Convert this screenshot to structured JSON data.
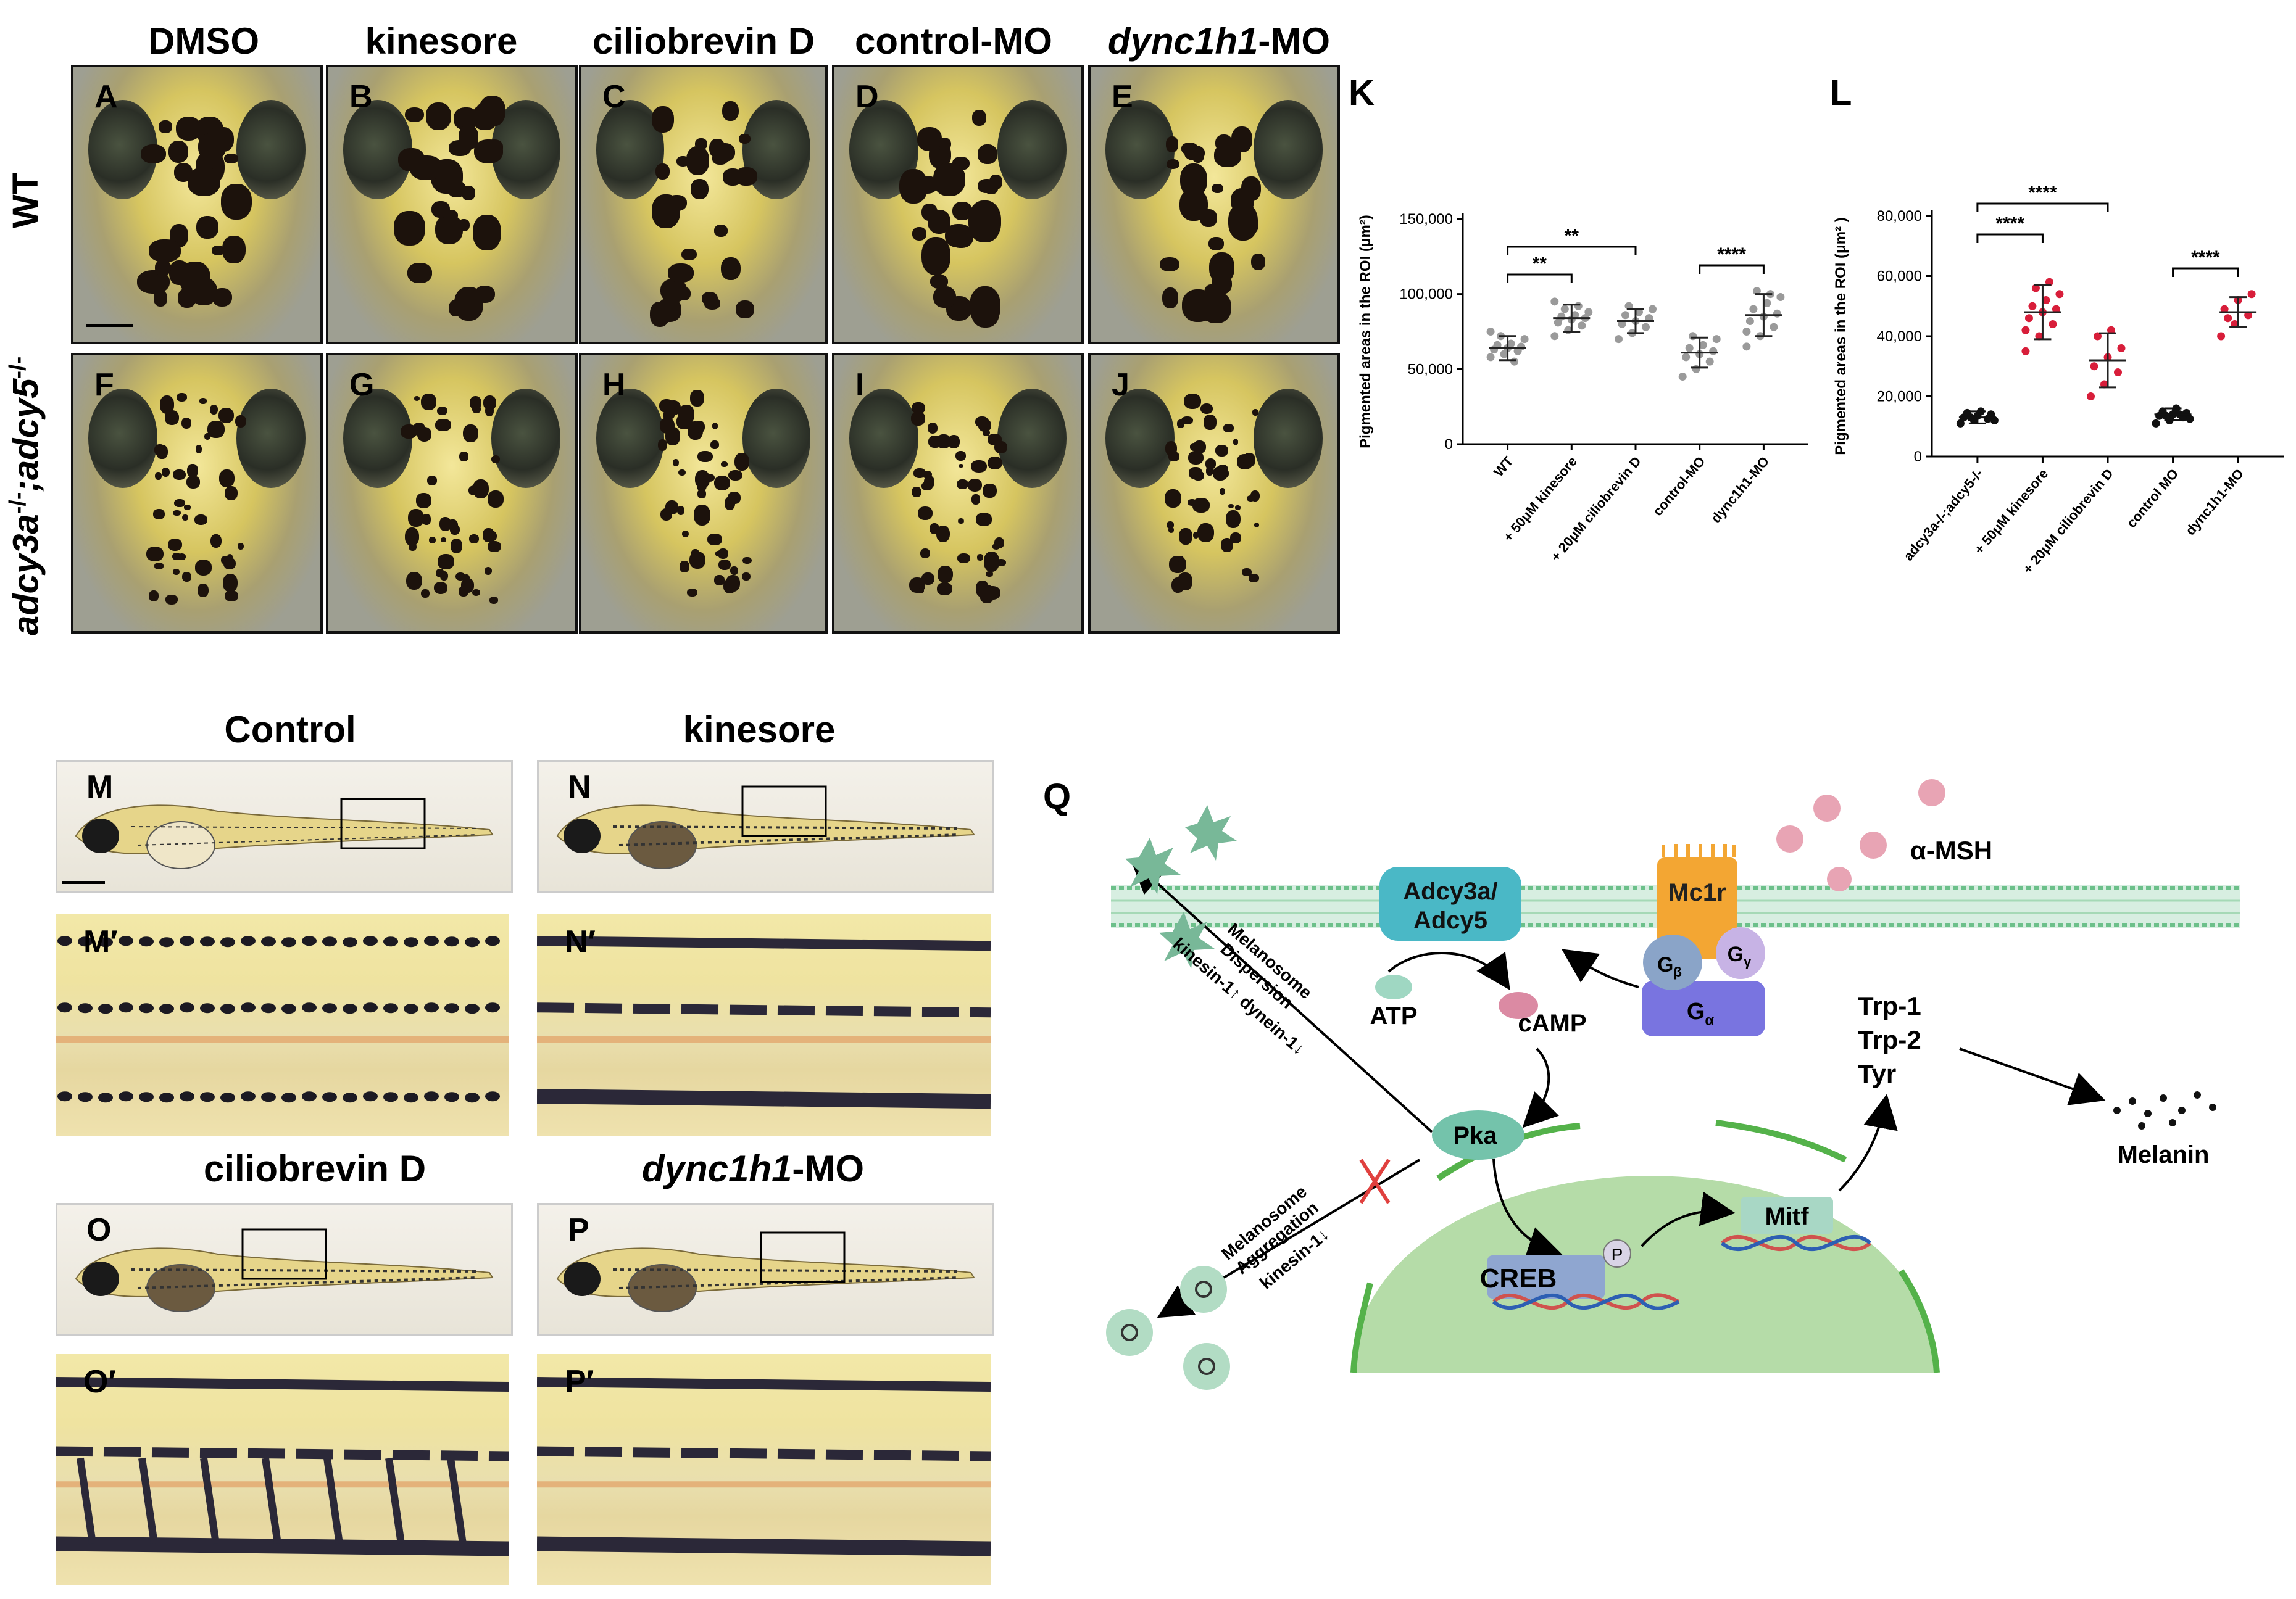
{
  "columns": {
    "dmso": "DMSO",
    "kinesore": "kinesore",
    "cilio": "ciliobrevin D",
    "control_mo": "control-MO",
    "dync_italic": "dync1h1",
    "dync_suffix": "-MO"
  },
  "rows": {
    "wt": "WT",
    "mut_gene1": "adcy3a",
    "mut_sup1": "-/-",
    "mut_sep": ";",
    "mut_gene2": "adcy5",
    "mut_sup2": "-/-"
  },
  "panels": [
    "A",
    "B",
    "C",
    "D",
    "E",
    "F",
    "G",
    "H",
    "I",
    "J",
    "K",
    "L",
    "M",
    "N",
    "O",
    "P",
    "Q"
  ],
  "panels_prime": [
    "M′",
    "N′",
    "O′",
    "P′"
  ],
  "bottom_headers": {
    "control": "Control",
    "kinesore": "kinesore",
    "cilio": "ciliobrevin D",
    "dync_italic": "dync1h1",
    "dync_suffix": "-MO"
  },
  "chart_data": [
    {
      "panel": "K",
      "type": "scatter",
      "ylabel": "Pigmented areas in the ROI (μm²)",
      "ylim": [
        0,
        150000
      ],
      "yticks": [
        "0",
        "50,000",
        "100,000",
        "150,000"
      ],
      "categories": [
        "WT",
        "+ 50μM kinesore",
        "+ 20μM ciliobrevin D",
        "control-MO",
        "dync1h1-MO"
      ],
      "series": [
        {
          "values": [
            64000,
            84000,
            82000,
            61000,
            86000
          ],
          "sd": [
            8000,
            9000,
            8000,
            10000,
            14000
          ],
          "color": "#9a9a9a"
        }
      ],
      "points": [
        [
          58000,
          60000,
          62000,
          63000,
          64000,
          65000,
          66000,
          67000,
          70000,
          72000,
          55000,
          75000
        ],
        [
          72000,
          76000,
          79000,
          81000,
          83000,
          84000,
          85000,
          86000,
          88000,
          90000,
          92000,
          95000
        ],
        [
          70000,
          74000,
          78000,
          80000,
          82000,
          84000,
          86000,
          88000,
          90000,
          92000
        ],
        [
          45000,
          50000,
          55000,
          58000,
          60000,
          62000,
          64000,
          66000,
          70000,
          72000
        ],
        [
          65000,
          72000,
          78000,
          82000,
          85000,
          87000,
          90000,
          94000,
          98000,
          102000,
          100000,
          75000
        ]
      ],
      "significance": [
        {
          "from": 0,
          "to": 1,
          "label": "**"
        },
        {
          "from": 0,
          "to": 2,
          "label": "**"
        },
        {
          "from": 3,
          "to": 4,
          "label": "****"
        }
      ]
    },
    {
      "panel": "L",
      "type": "scatter",
      "ylabel": "Pigmented areas in the ROI (μm² )",
      "ylim": [
        0,
        80000
      ],
      "yticks": [
        "0",
        "20,000",
        "40,000",
        "60,000",
        "80,000"
      ],
      "categories": [
        "adcy3a-/-;adcy5-/-",
        "+ 50μM kinesore",
        "+ 20μM ciliobrevin D",
        "control MO",
        "dync1h1-MO"
      ],
      "series": [
        {
          "values": [
            13000,
            48000,
            32000,
            14000,
            48000
          ],
          "sd": [
            2000,
            9000,
            9000,
            2000,
            5000
          ],
          "color": "#d81e3a"
        }
      ],
      "point_colors": [
        "#111111",
        "#d81e3a",
        "#d81e3a",
        "#111111",
        "#d81e3a"
      ],
      "points": [
        [
          11000,
          12000,
          12500,
          13000,
          13500,
          14000,
          14500,
          15000,
          12000,
          13000
        ],
        [
          35000,
          40000,
          44000,
          46000,
          48000,
          49000,
          50000,
          52000,
          54000,
          56000,
          58000,
          42000
        ],
        [
          20000,
          24000,
          28000,
          30000,
          33000,
          36000,
          40000,
          42000
        ],
        [
          11000,
          12000,
          13000,
          13500,
          14000,
          14500,
          15000,
          16000,
          12500,
          13500,
          14000
        ],
        [
          40000,
          44000,
          47000,
          49000,
          52000,
          54000,
          46000
        ]
      ],
      "significance": [
        {
          "from": 0,
          "to": 1,
          "label": "****"
        },
        {
          "from": 0,
          "to": 2,
          "label": "****"
        },
        {
          "from": 3,
          "to": 4,
          "label": "****"
        }
      ]
    }
  ],
  "diagram": {
    "adcy": [
      "Adcy3a/",
      "Adcy5"
    ],
    "mc1r": "Mc1r",
    "g_beta": "G",
    "g_beta_sub": "β",
    "g_gamma": "G",
    "g_gamma_sub": "γ",
    "g_alpha": "G",
    "g_alpha_sub": "α",
    "msh": "α-MSH",
    "atp": "ATP",
    "camp": "cAMP",
    "pka": "Pka",
    "creb": "CREB",
    "p": "P",
    "mitf": "Mitf",
    "trp1": "Trp-1",
    "trp2": "Trp-2",
    "tyr": "Tyr",
    "melanin": "Melanin",
    "dispersion": [
      "Melanosome",
      "Dispersion"
    ],
    "dispersion_motors": "kinesin-1↑ dynein-1↓",
    "aggregation": [
      "Melanosome",
      "Aggregation"
    ],
    "aggregation_motor": "kinesin-1↓"
  }
}
